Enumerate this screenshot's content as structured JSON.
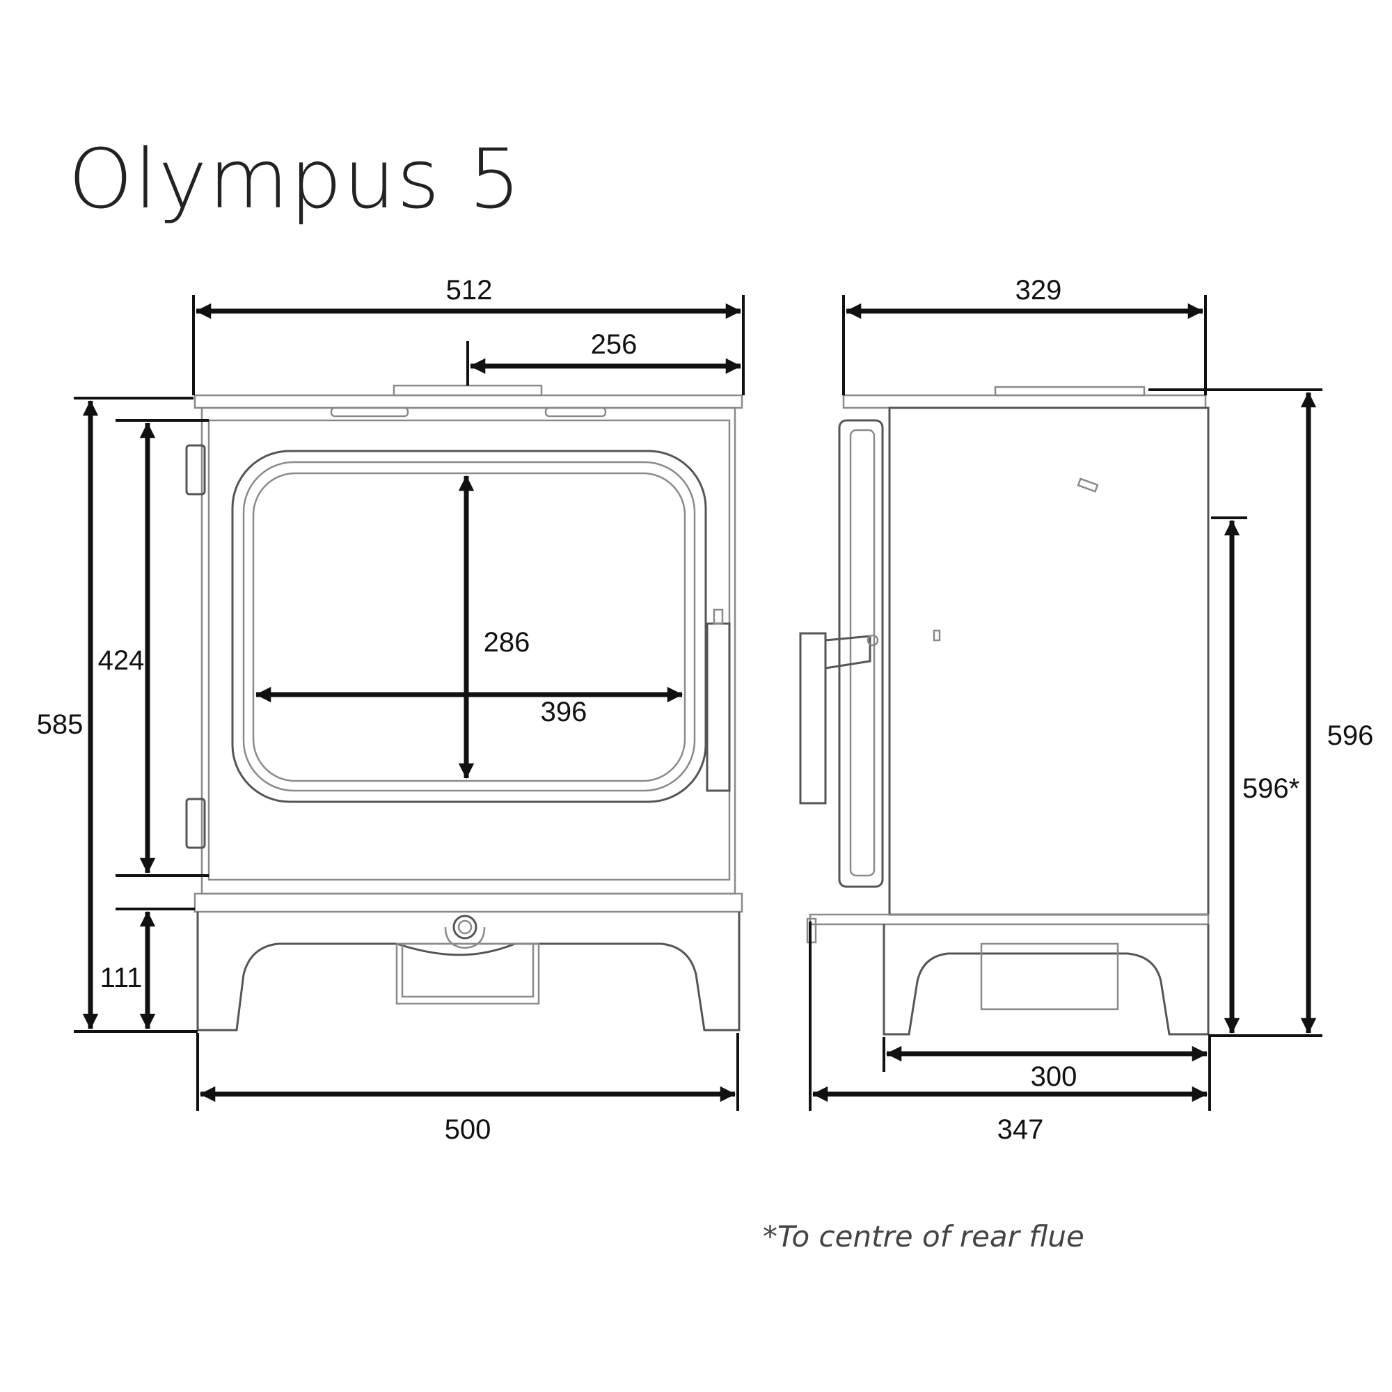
{
  "title": "Olympus 5",
  "footnote": "*To centre of rear flue",
  "front_view": {
    "top_width": "512",
    "flue_offset": "256",
    "overall_height": "585",
    "door_height": "424",
    "leg_height": "111",
    "glass_height": "286",
    "glass_width": "396",
    "base_width": "500"
  },
  "side_view": {
    "top_depth": "329",
    "overall_height": "596",
    "rear_flue_height": "596*",
    "base_depth": "300",
    "overall_depth": "347"
  }
}
